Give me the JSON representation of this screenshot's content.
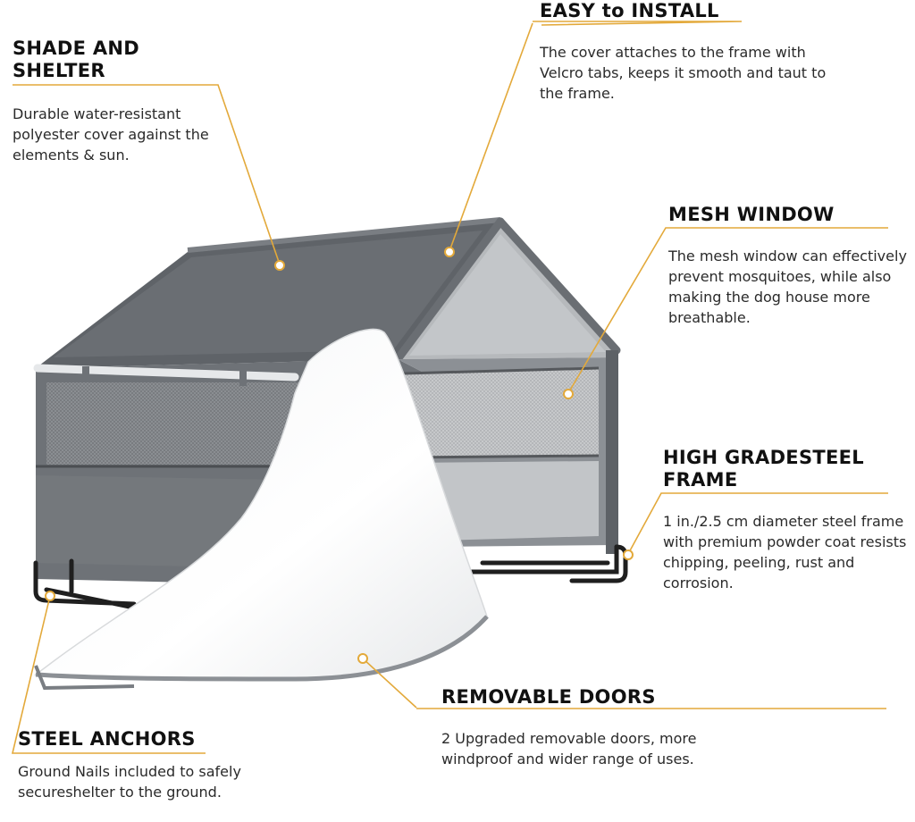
{
  "accent_color": "#e3a93a",
  "callouts": {
    "shade": {
      "heading": "SHADE AND\nSHELTER",
      "text": "Durable water-resistant polyester cover against the elements & sun."
    },
    "install": {
      "heading": "EASY to INSTALL",
      "text": "The cover attaches to the frame with Velcro tabs, keeps it smooth and taut to the frame."
    },
    "mesh": {
      "heading": "MESH WINDOW",
      "text": "The mesh window can effectively prevent mosquitoes, while also making the dog house more breathable."
    },
    "frame": {
      "heading": "HIGH GRADESTEEL\nFRAME",
      "text": "1 in./2.5 cm diameter steel frame with premium powder coat resists chipping, peeling, rust and corrosion."
    },
    "doors": {
      "heading": "REMOVABLE DOORS",
      "text": "2 Upgraded removable doors, more windproof and wider range of uses."
    },
    "anchors": {
      "heading": "STEEL ANCHORS",
      "text": "Ground Nails included to safely secureshelter to the ground."
    }
  }
}
